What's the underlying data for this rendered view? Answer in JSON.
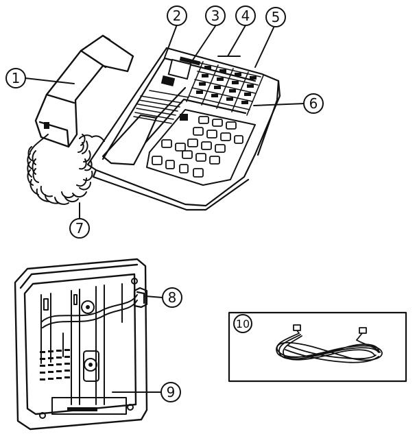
{
  "callouts": [
    {
      "id": 1,
      "label": "1"
    },
    {
      "id": 2,
      "label": "2"
    },
    {
      "id": 3,
      "label": "3"
    },
    {
      "id": 4,
      "label": "4"
    },
    {
      "id": 5,
      "label": "5"
    },
    {
      "id": 6,
      "label": "6"
    },
    {
      "id": 7,
      "label": "7"
    },
    {
      "id": 8,
      "label": "8"
    },
    {
      "id": 9,
      "label": "9"
    },
    {
      "id": 10,
      "label": "10"
    }
  ],
  "colors": {
    "ink": "#111111",
    "paper": "#ffffff"
  }
}
